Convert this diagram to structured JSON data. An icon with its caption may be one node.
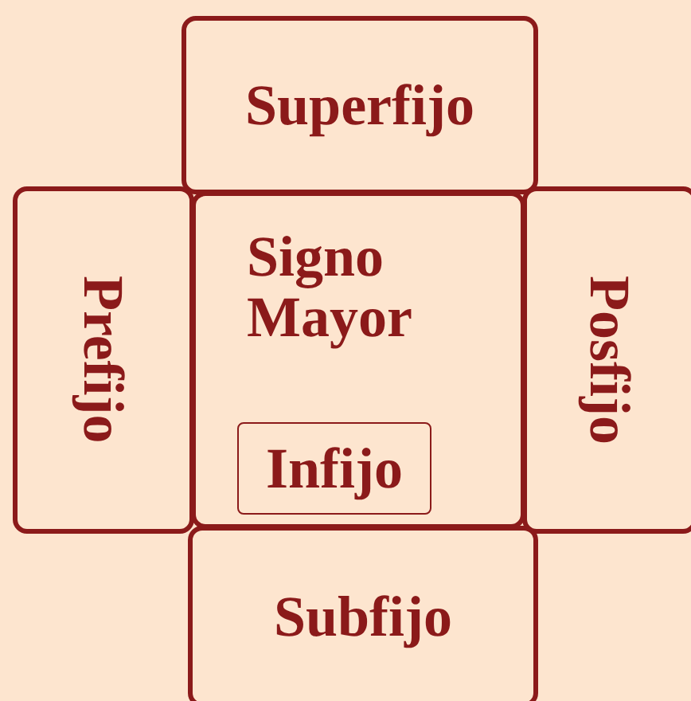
{
  "diagram": {
    "nodes": [
      {
        "text": [
          "Superfijo"
        ]
      },
      {
        "text": [
          "Prefijo"
        ]
      },
      {
        "text": [
          "Signo Mayor"
        ]
      },
      {
        "text": [
          "Infijo"
        ],
        "in": 2
      },
      {
        "text": [
          "Posfijo"
        ]
      },
      {
        "text": [
          "Subfijo"
        ]
      }
    ]
  }
}
